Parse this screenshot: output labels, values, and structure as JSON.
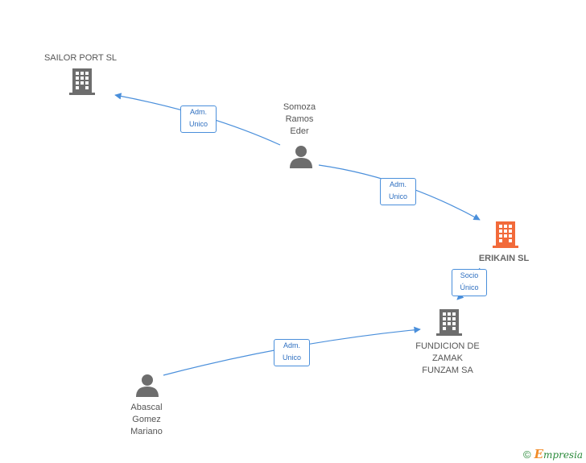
{
  "colors": {
    "edge": "#4a8fdb",
    "node_default": "#6d6d6d",
    "node_focus": "#f26a3a"
  },
  "nodes": {
    "sailor_port": {
      "label": "SAILOR PORT SL",
      "kind": "company",
      "icon": "building-icon"
    },
    "somoza": {
      "lines": [
        "Somoza",
        "Ramos",
        "Eder"
      ],
      "kind": "person",
      "icon": "person-icon"
    },
    "erikain": {
      "label": "ERIKAIN SL",
      "kind": "company-focus",
      "icon": "building-icon"
    },
    "fundicion": {
      "lines": [
        "FUNDICION DE",
        "ZAMAK",
        "FUNZAM SA"
      ],
      "kind": "company",
      "icon": "building-icon"
    },
    "abascal": {
      "lines": [
        "Abascal",
        "Gomez",
        "Mariano"
      ],
      "kind": "person",
      "icon": "person-icon"
    }
  },
  "edges": {
    "somoza_sailor": {
      "lines": [
        "Adm.",
        "Unico"
      ]
    },
    "somoza_erikain": {
      "lines": [
        "Adm.",
        "Unico"
      ]
    },
    "erikain_fundicion": {
      "lines": [
        "Socio",
        "Único"
      ]
    },
    "abascal_fundicion": {
      "lines": [
        "Adm.",
        "Unico"
      ]
    }
  },
  "footer": {
    "copyright": "©",
    "brand_first": "E",
    "brand_rest": "mpresia"
  }
}
